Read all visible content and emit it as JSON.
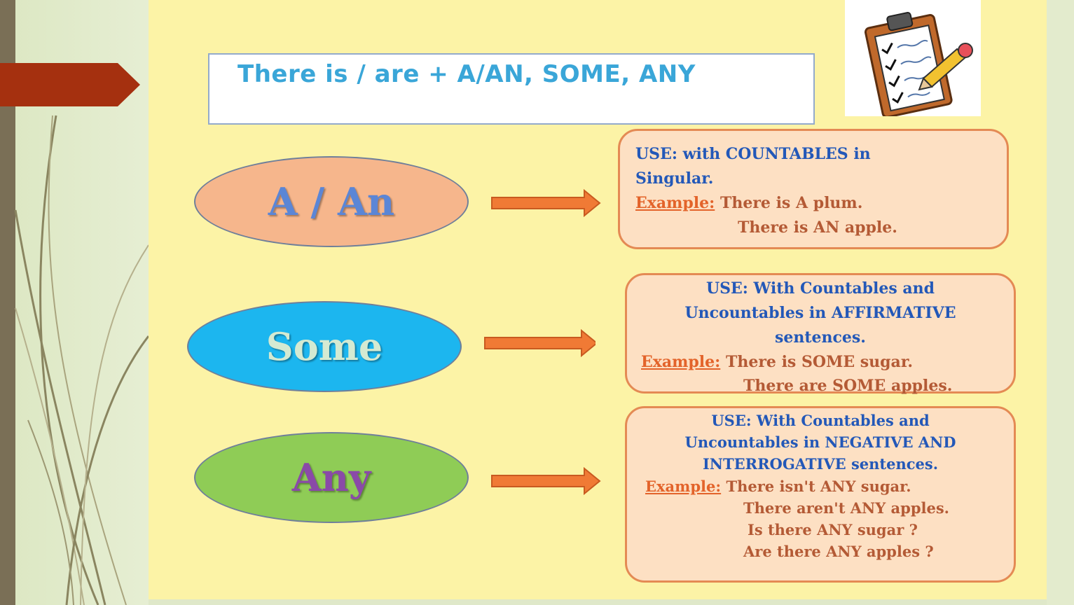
{
  "title": "There is / are + A/AN, SOME, ANY",
  "rows": [
    {
      "label": "A / An",
      "use_lines": [
        "USE: with COUNTABLES in",
        "Singular."
      ],
      "example_label": "Example:",
      "examples": [
        "There is A plum.",
        "There is AN apple."
      ]
    },
    {
      "label": "Some",
      "use_lines": [
        "USE: With Countables and",
        "Uncountables in AFFIRMATIVE",
        "sentences."
      ],
      "example_label": "Example:",
      "examples": [
        "There is SOME sugar.",
        "There are SOME apples."
      ]
    },
    {
      "label": "Any",
      "use_lines": [
        "USE: With  Countables and",
        "Uncountables in NEGATIVE AND",
        "INTERROGATIVE sentences."
      ],
      "example_label": "Example:",
      "examples": [
        "There isn't ANY sugar.",
        "There aren't ANY apples.",
        "Is there ANY sugar ?",
        "Are there ANY apples ?"
      ]
    }
  ],
  "colors": {
    "slide_background": "#fcf3a6",
    "title_text": "#3aa6d8",
    "oval_aan": "#f6b68c",
    "oval_some": "#1cb6ef",
    "oval_any": "#8fcc56",
    "arrow": "#f07a35",
    "box_fill": "#fde0c3",
    "box_border": "#e48a54",
    "use_text": "#2358b8",
    "example_label": "#e3632a"
  },
  "icons": [
    "clipboard-checklist-icon",
    "pencil-icon",
    "arrow-right-icon",
    "slide-marker-arrow-icon"
  ]
}
